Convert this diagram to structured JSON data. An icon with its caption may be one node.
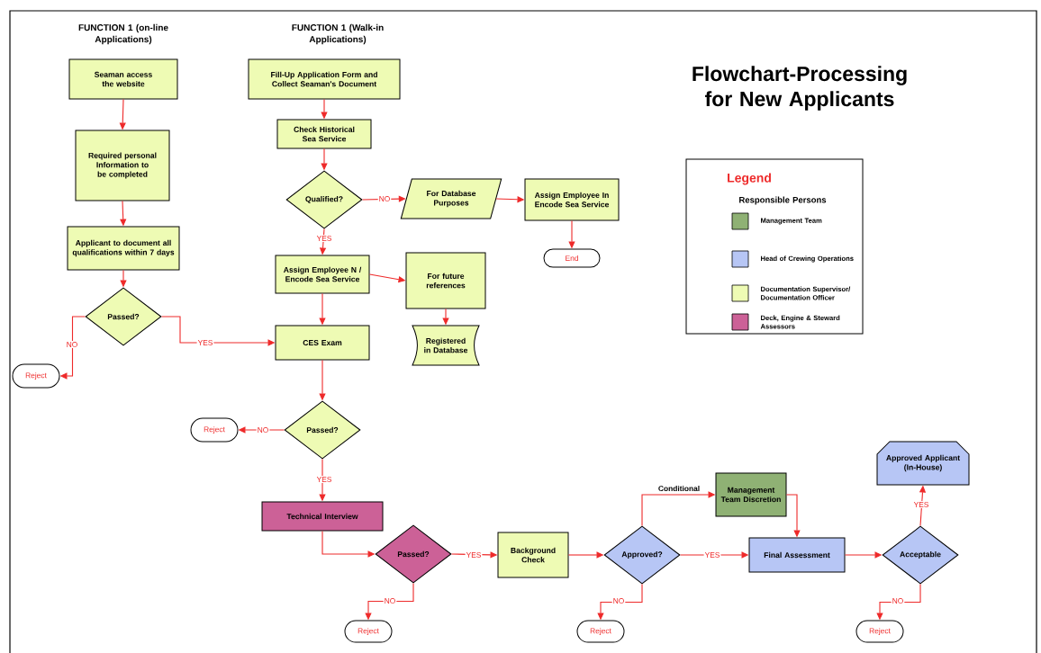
{
  "diagram": {
    "title": "Flowchart-Processing for New Applicants",
    "nodes": [
      {
        "text": [
          "Seaman access the website"
        ]
      },
      {
        "text": [
          "Required personal Information to be completed"
        ]
      },
      {
        "text": [
          "Applicant to document all qualifications within 7 days"
        ]
      },
      {
        "text": [
          "Passed?"
        ]
      },
      {
        "text": [
          "Reject"
        ]
      },
      {
        "text": [
          "Fill-Up Application Form and Collect Seaman's Document"
        ]
      },
      {
        "text": [
          "Check Historical Sea Service"
        ]
      },
      {
        "text": [
          "Qualified?"
        ]
      },
      {
        "text": [
          "For Database Purposes"
        ]
      },
      {
        "text": [
          "Assign Employee In Encode Sea Service"
        ]
      },
      {
        "text": [
          "End"
        ]
      },
      {
        "text": [
          "Assign Employee N / Encode Sea Service"
        ]
      },
      {
        "text": [
          "For future references"
        ]
      },
      {
        "text": [
          "Registered in Database"
        ]
      },
      {
        "text": [
          "CES Exam"
        ]
      },
      {
        "text": [
          "Reject"
        ]
      },
      {
        "text": [
          "Passed?"
        ]
      },
      {
        "text": [
          "Technical Interview"
        ]
      },
      {
        "text": [
          "Passed?"
        ]
      },
      {
        "text": [
          "Background Check"
        ]
      },
      {
        "text": [
          "Reject"
        ]
      },
      {
        "text": [
          "Approved?"
        ]
      },
      {
        "text": [
          "Management Team Discretion"
        ]
      },
      {
        "text": [
          "Final Assessment"
        ]
      },
      {
        "text": [
          "Acceptable"
        ]
      },
      {
        "text": [
          "Approved Applicant (In-House)"
        ]
      },
      {
        "text": [
          "Reject"
        ]
      },
      {
        "text": [
          "Reject"
        ]
      }
    ],
    "edges": [
      {
        "from": 0,
        "to": 1,
        "arrow": "to"
      },
      {
        "from": 1,
        "to": 2,
        "arrow": "to"
      },
      {
        "from": 2,
        "to": 3,
        "arrow": "to"
      },
      {
        "from": 3,
        "to": 4,
        "arrow": "to",
        "label": "NO"
      },
      {
        "from": 3,
        "to": 14,
        "arrow": "to",
        "label": "YES"
      },
      {
        "from": 5,
        "to": 6,
        "arrow": "to"
      },
      {
        "from": 6,
        "to": 7,
        "arrow": "to"
      },
      {
        "from": 7,
        "to": 8,
        "arrow": "to",
        "label": "NO"
      },
      {
        "from": 8,
        "to": 9,
        "arrow": "to"
      },
      {
        "from": 9,
        "to": 10,
        "arrow": "to"
      },
      {
        "from": 7,
        "to": 11,
        "arrow": "to",
        "label": "YES"
      },
      {
        "from": 11,
        "to": 12,
        "arrow": "to"
      },
      {
        "from": 12,
        "to": 13,
        "arrow": "to"
      },
      {
        "from": 11,
        "to": 14,
        "arrow": "to"
      },
      {
        "from": 14,
        "to": 16,
        "arrow": "to"
      },
      {
        "from": 16,
        "to": 15,
        "arrow": "to",
        "label": "NO"
      },
      {
        "from": 16,
        "to": 17,
        "arrow": "to",
        "label": "YES"
      },
      {
        "from": 17,
        "to": 18,
        "arrow": "to"
      },
      {
        "from": 18,
        "to": 19,
        "arrow": "to",
        "label": "YES"
      },
      {
        "from": 18,
        "to": 20,
        "arrow": "to",
        "label": "NO"
      },
      {
        "from": 19,
        "to": 21,
        "arrow": "to"
      },
      {
        "from": 21,
        "to": 22,
        "arrow": "to",
        "label": "Conditional"
      },
      {
        "from": 22,
        "to": 23,
        "arrow": "to"
      },
      {
        "from": 21,
        "to": 23,
        "arrow": "to",
        "label": "YES"
      },
      {
        "from": 21,
        "to": 26,
        "arrow": "to",
        "label": "NO"
      },
      {
        "from": 23,
        "to": 24,
        "arrow": "to"
      },
      {
        "from": 24,
        "to": 25,
        "arrow": "to",
        "label": "YES"
      },
      {
        "from": 24,
        "to": 27,
        "arrow": "to",
        "label": "NO"
      }
    ],
    "labels": [
      "FUNCTION 1 (on-line Applications)",
      "FUNCTION 1 (Walk-in Applications)",
      "Legend",
      "Responsible Persons"
    ],
    "legend": [
      {
        "text": "Management Team",
        "color": "#8fb174"
      },
      {
        "text": "Head of Crewing Operations",
        "color": "#b7c6f5"
      },
      {
        "text": "Documentation Supervisor/ Documentation Officer",
        "color": "#eefbb4"
      },
      {
        "text": "Deck, Engine & Steward Assessors",
        "color": "#cc6197"
      }
    ]
  }
}
